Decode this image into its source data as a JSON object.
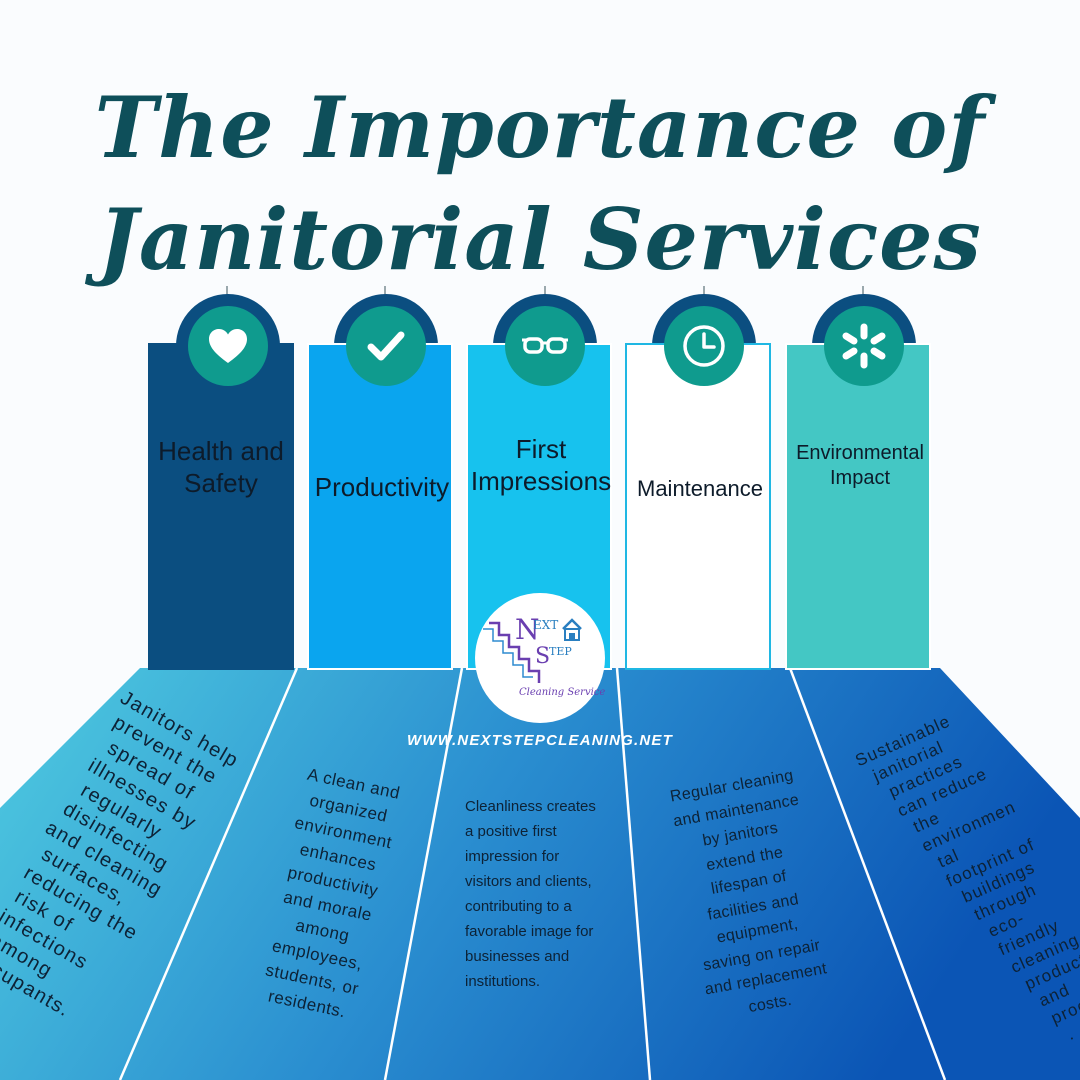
{
  "title": {
    "line1": "The Importance of",
    "line2": "Janitorial Services"
  },
  "pillars": [
    {
      "label": "Health and Safety",
      "icon": "heart-icon",
      "color": "#0b4e80",
      "text_color": "#0d1b2a"
    },
    {
      "label": "Productivity",
      "icon": "checkmark-icon",
      "color": "#0aa5ef",
      "text_color": "#0d1b2a"
    },
    {
      "label": "First Impressions",
      "icon": "glasses-icon",
      "color": "#17c2ee",
      "text_color": "#0d1b2a"
    },
    {
      "label": "Maintenance",
      "icon": "clock-icon",
      "color": "#ffffff",
      "text_color": "#0d1b2a"
    },
    {
      "label": "Environmental Impact",
      "icon": "asterisk-icon",
      "color": "#44c7c4",
      "text_color": "#0d1b2a"
    }
  ],
  "descriptions": [
    "Janitors help prevent the spread of illnesses by regularly disinfecting and cleaning surfaces, reducing the risk of infections among occupants.",
    "A clean and organized environment enhances productivity and morale among employees, students, or residents.",
    "Cleanliness creates a positive first impression for visitors and clients, contributing to a favorable image for businesses and institutions.",
    "Regular cleaning and maintenance by janitors extend the lifespan of facilities and equipment, saving on repair and replacement costs.",
    "Sustainable janitorial practices can reduce the environmental footprint of buildings through eco-friendly cleaning products and procedures."
  ],
  "logo": {
    "text_n": "N",
    "text_ext": "EXT",
    "text_s": "S",
    "text_tep": "TEP",
    "text_cleaning": "Cleaning Services"
  },
  "website": "WWW.NEXTSTEPCLEANING.NET",
  "colors": {
    "title": "#0e4f5a",
    "dome": "#0b4e80",
    "badge": "#0f9b8e",
    "floor_light": "#4fcbe0",
    "floor_dark": "#0b55b5"
  }
}
